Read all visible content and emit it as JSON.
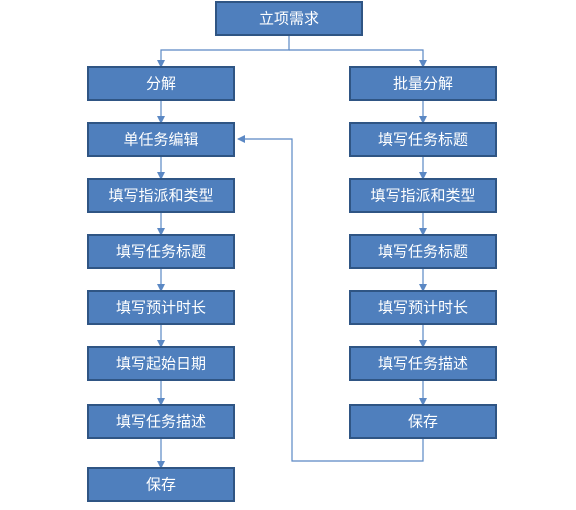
{
  "diagram": {
    "root": {
      "label": "立项需求"
    },
    "left_column": {
      "steps": [
        {
          "label": "分解"
        },
        {
          "label": "单任务编辑"
        },
        {
          "label": "填写指派和类型"
        },
        {
          "label": "填写任务标题"
        },
        {
          "label": "填写预计时长"
        },
        {
          "label": "填写起始日期"
        },
        {
          "label": "填写任务描述"
        },
        {
          "label": "保存"
        }
      ]
    },
    "right_column": {
      "steps": [
        {
          "label": "批量分解"
        },
        {
          "label": "填写任务标题"
        },
        {
          "label": "填写指派和类型"
        },
        {
          "label": "填写任务标题"
        },
        {
          "label": "填写预计时长"
        },
        {
          "label": "填写任务描述"
        },
        {
          "label": "保存"
        }
      ]
    },
    "colors": {
      "box_fill": "#4f7fbd",
      "box_border": "#2f5584",
      "box_text": "#ffffff",
      "connector": "#5b88c4"
    }
  }
}
